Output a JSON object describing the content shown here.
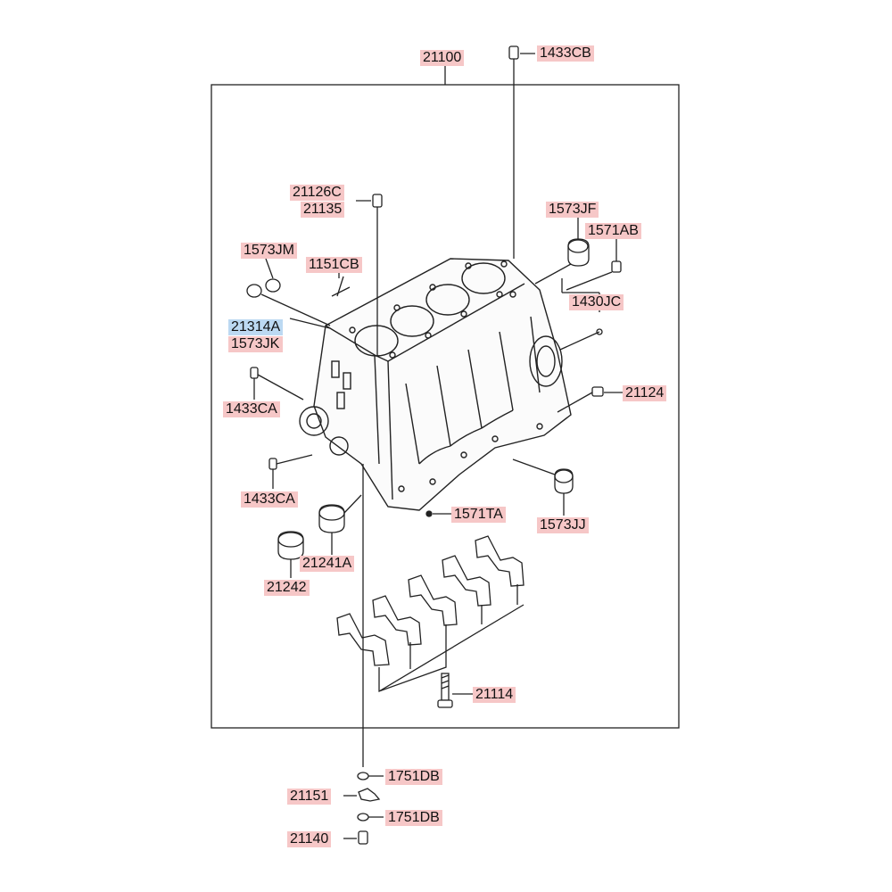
{
  "colors": {
    "label_bg": "#f6c7c7",
    "highlight_bg": "#bcd9f2",
    "line": "#222222"
  },
  "parts": {
    "p21100": "21100",
    "p1433CB": "1433CB",
    "p21126C": "21126C",
    "p21135": "21135",
    "p1573JF": "1573JF",
    "p1571AB": "1571AB",
    "p1573JM": "1573JM",
    "p1151CB": "1151CB",
    "p1430JC": "1430JC",
    "p21314A": "21314A",
    "p1573JK": "1573JK",
    "p1433CA_top": "1433CA",
    "p21124": "21124",
    "p1433CA_bottom": "1433CA",
    "p1571TA": "1571TA",
    "p1573JJ": "1573JJ",
    "p21241A": "21241A",
    "p21242": "21242",
    "p21114": "21114",
    "p1751DB_top": "1751DB",
    "p21151": "21151",
    "p1751DB_bottom": "1751DB",
    "p21140": "21140"
  }
}
